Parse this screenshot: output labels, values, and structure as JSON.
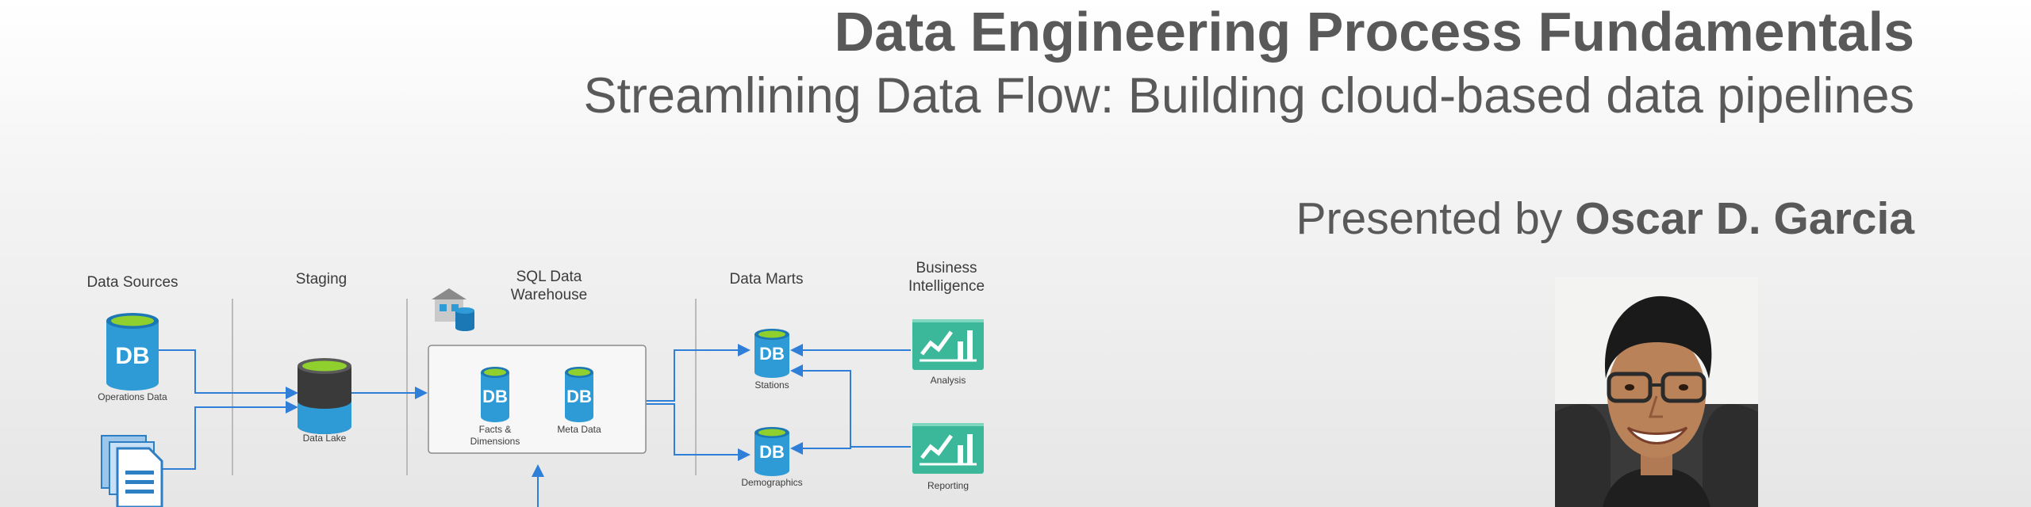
{
  "header": {
    "title": "Data Engineering Process Fundamentals",
    "subtitle": "Streamlining Data Flow: Building cloud-based data pipelines",
    "presenter_prefix": "Presented by",
    "presenter_name": "Oscar D. Garcia"
  },
  "diagram": {
    "columns": {
      "sources": "Data Sources",
      "staging": "Staging",
      "warehouse_line1": "SQL Data",
      "warehouse_line2": "Warehouse",
      "marts": "Data Marts",
      "bi_line1": "Business",
      "bi_line2": "Intelligence"
    },
    "nodes": {
      "operations_data": "Operations Data",
      "data_lake": "Data Lake",
      "facts_line1": "Facts &",
      "facts_line2": "Dimensions",
      "meta_data": "Meta Data",
      "stations": "Stations",
      "demographics": "Demographics",
      "analysis": "Analysis",
      "reporting": "Reporting"
    },
    "db_icon_text": "DB"
  },
  "colors": {
    "text": "#595959",
    "db_blue": "#2e9bd6",
    "db_top": "#8fcf2e",
    "arrow": "#2f7fd8",
    "bi_green": "#3bb89a"
  }
}
